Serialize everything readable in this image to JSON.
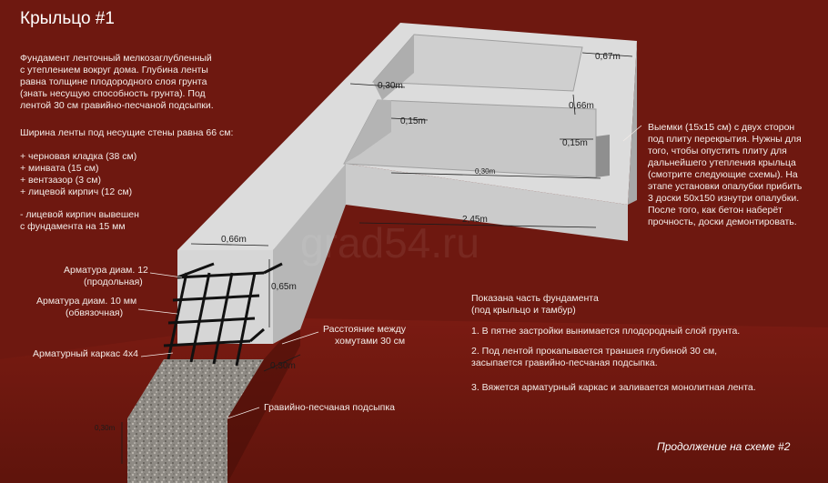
{
  "title": "Крыльцо #1",
  "watermark": "grad54.ru",
  "left_text": {
    "intro": "Фундамент ленточный мелкозаглубленный\nс утеплением вокруг дома. Глубина ленты\nравна толщине плодородного слоя грунта\n(знать несущую способность грунта). Под\nлентой 30 см гравийно-песчаной подсыпки.",
    "width_title": "Ширина ленты под несущие стены равна 66 см:",
    "layers": "+ черновая кладка (38 см)\n+ минвата (15 см)\n+ вентзазор (3 см)\n+ лицевой кирпич (12 см)",
    "brick_note": "- лицевой кирпич вывешен\nс фундамента на 15 мм"
  },
  "right_text": "Выемки (15x15 см) с двух сторон\nпод плиту перекрытия. Нужны для\nтого, чтобы опустить плиту для\nдальнейшего утепления крыльца\n(смотрите следующие схемы). На\nэтапе установки опалубки прибить\n3 доски 50x150 изнутри опалубки.\nПосле того, как бетон наберёт\nпрочность, доски демонтировать.",
  "steps": {
    "heading": "Показана часть фундамента\n(под крыльцо и тамбур)",
    "s1": "1. В пятне застройки вынимается плодородный слой грунта.",
    "s2": "2. Под лентой прокапывается траншея глубиной 30 см,\nзасыпается гравийно-песчаная подсыпка.",
    "s3": "3. Вяжется арматурный каркас и заливается монолитная лента."
  },
  "labels": {
    "rebar12": "Арматура диам. 12",
    "rebar12_sub": "(продольная)",
    "rebar10": "Арматура диам. 10 мм",
    "rebar10_sub": "(обвязочная)",
    "cage": "Арматурный каркас 4x4",
    "stirrup": "Расстояние между",
    "stirrup_sub": "хомутами 30 см",
    "gravel": "Гравийно-песчаная подсыпка"
  },
  "dimensions": {
    "d067": "0,67m",
    "d030_top": "0,30m",
    "d066_mid": "0,66m",
    "d015_a": "0,15m",
    "d015_b": "0,15m",
    "d030_inner": "0,30m",
    "d245": "2,45m",
    "d066_front": "0,66m",
    "d065": "0,65m",
    "d030_front": "0,30m",
    "d030_trench": "0,30m"
  },
  "continuation": "Продолжение на схеме #2",
  "colors": {
    "background": "#6e1810",
    "concrete_top": "#dcdcdc",
    "concrete_side": "#c9c9c9",
    "concrete_dark": "#9f9f9f",
    "rebar": "#111111",
    "gravel": "#8e8a84"
  }
}
